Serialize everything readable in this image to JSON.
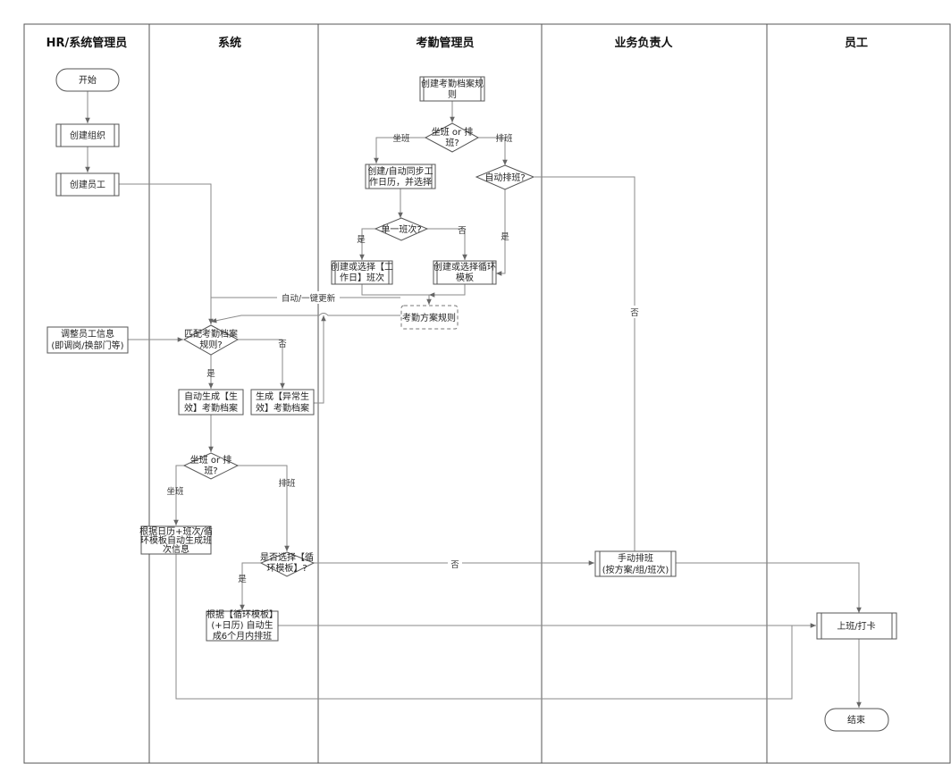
{
  "lanes": [
    {
      "id": "hr",
      "title": "HR/系统管理员"
    },
    {
      "id": "sys",
      "title": "系统"
    },
    {
      "id": "att",
      "title": "考勤管理员"
    },
    {
      "id": "biz",
      "title": "业务负责人"
    },
    {
      "id": "emp",
      "title": "员工"
    }
  ],
  "nodes": {
    "start": {
      "lines": [
        "开始"
      ]
    },
    "create_org": {
      "lines": [
        "创建组织"
      ]
    },
    "create_emp": {
      "lines": [
        "创建员工"
      ]
    },
    "adjust_emp": {
      "lines": [
        "调整员工信息",
        "(即调岗/换部门等)"
      ]
    },
    "create_rule": {
      "lines": [
        "创建考勤档案规",
        "则"
      ]
    },
    "d_shift_type_att": {
      "lines": [
        "坐班 or 排",
        "班?"
      ]
    },
    "create_calendar": {
      "lines": [
        "创建/自动同步工",
        "作日历，并选择"
      ]
    },
    "d_auto_sched": {
      "lines": [
        "自动排班?"
      ]
    },
    "d_single_shift": {
      "lines": [
        "单一班次?"
      ]
    },
    "create_workday_shift": {
      "lines": [
        "创建或选择【工",
        "作日】班次"
      ]
    },
    "create_cycle_tpl": {
      "lines": [
        "创建或选择循环",
        "模板"
      ]
    },
    "att_plan_rule": {
      "lines": [
        "考勤方案规则"
      ]
    },
    "d_match_rule": {
      "lines": [
        "匹配考勤档案",
        "规则?"
      ]
    },
    "auto_gen_valid": {
      "lines": [
        "自动生成【生",
        "效】考勤档案"
      ]
    },
    "gen_abnormal": {
      "lines": [
        "生成【异常生",
        "效】考勤档案"
      ]
    },
    "d_shift_type_sys": {
      "lines": [
        "坐班 or 排",
        "班?"
      ]
    },
    "gen_by_calendar": {
      "lines": [
        "根据日历+班次/循",
        "环模板自动生成班",
        "次信息"
      ]
    },
    "d_choose_cycle": {
      "lines": [
        "是否选择【循",
        "环模板】?"
      ]
    },
    "gen_6_months": {
      "lines": [
        "根据【循环模板】",
        "(+日历) 自动生",
        "成6个月内排班"
      ]
    },
    "manual_sched": {
      "lines": [
        "手动排班",
        "(按方案/组/班次)"
      ]
    },
    "clock_in": {
      "lines": [
        "上班/打卡"
      ]
    },
    "end": {
      "lines": [
        "结束"
      ]
    }
  },
  "edge_labels": {
    "zuoban_att": "坐班",
    "paiban_att": "排班",
    "shi_single": "是",
    "fou_single": "否",
    "shi_auto": "是",
    "fou_auto": "否",
    "auto_update": "自动/一键更新",
    "shi_match": "是",
    "fou_match": "否",
    "zuoban_sys": "坐班",
    "paiban_sys": "排班",
    "shi_cycle": "是",
    "fou_cycle": "否"
  }
}
